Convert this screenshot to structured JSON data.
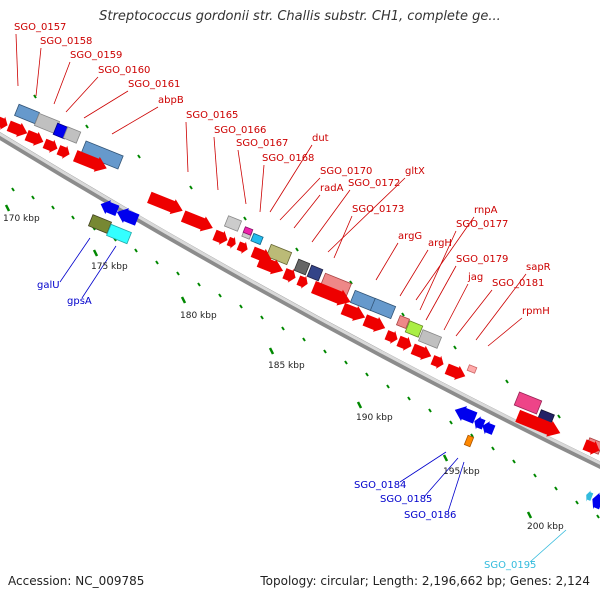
{
  "title": "Streptococcus gordonii str. Challis substr. CH1, complete ge...",
  "footer": {
    "accession": "Accession: NC_009785",
    "summary": "Topology: circular; Length: 2,196,662 bp; Genes: 2,124"
  },
  "kbp_labels": [
    "170 kbp",
    "175 kbp",
    "180 kbp",
    "185 kbp",
    "190 kbp",
    "195 kbp",
    "200 kbp"
  ],
  "colors": {
    "forward_label": "#cc0000",
    "reverse_label": "#0000cc",
    "rna_label": "#33bbdd",
    "backbone": "#bbbbbb",
    "tick": "#008800"
  },
  "forward_labels": [
    "SGO_0157",
    "SGO_0158",
    "SGO_0159",
    "SGO_0160",
    "SGO_0161",
    "abpB",
    "SGO_0165",
    "SGO_0166",
    "SGO_0167",
    "SGO_0168",
    "dut",
    "SGO_0170",
    "radA",
    "SGO_0172",
    "gltX",
    "SGO_0173",
    "argG",
    "argH",
    "rnpA",
    "SGO_0177",
    "SGO_0179",
    "jag",
    "SGO_0181",
    "sapR",
    "rpmH"
  ],
  "reverse_labels": [
    "galU",
    "gpsA",
    "SGO_0184",
    "SGO_0185",
    "SGO_0186",
    "SGO_0195"
  ]
}
